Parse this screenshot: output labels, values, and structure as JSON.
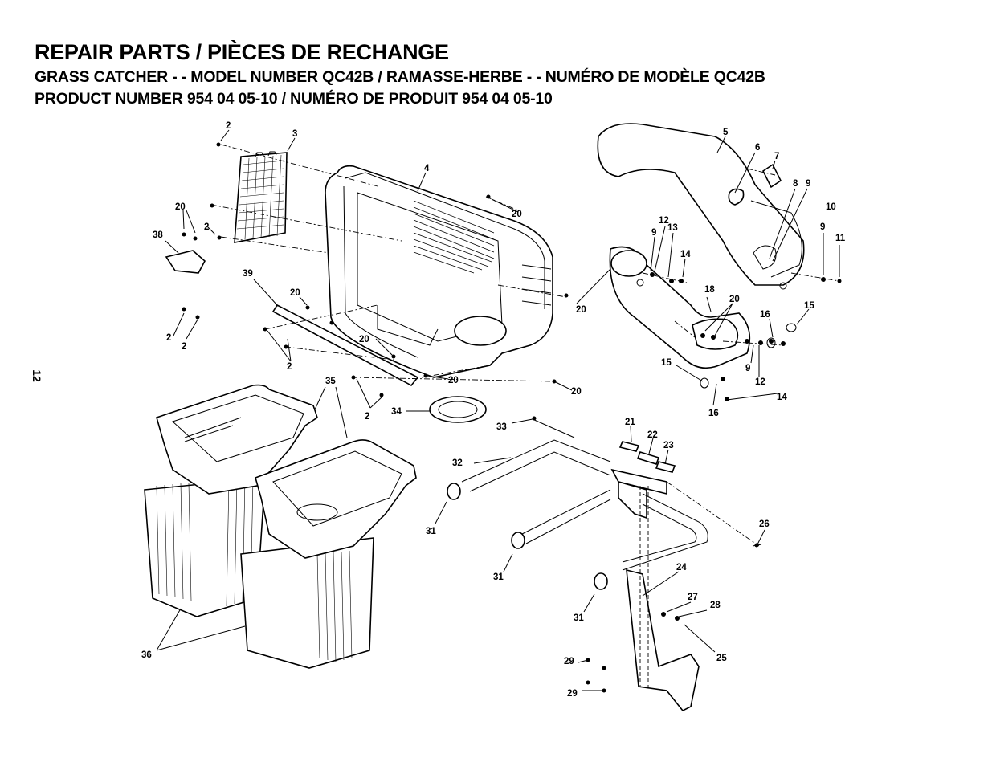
{
  "header": {
    "title": "REPAIR PARTS / PIÈCES DE RECHANGE",
    "subtitle_1": "GRASS CATCHER - - MODEL NUMBER QC42B / RAMASSE-HERBE - - NUMÉRO DE MODÈLE QC42B",
    "subtitle_2": "PRODUCT NUMBER 954 04 05-10 / NUMÉRO DE PRODUIT 954 04 05-10"
  },
  "page_number": "12",
  "callouts": {
    "c2a": "2",
    "c3": "3",
    "c4": "4",
    "c5": "5",
    "c6": "6",
    "c7": "7",
    "c8": "8",
    "c9a": "9",
    "c10": "10",
    "c9b": "9",
    "c11": "11",
    "c20a": "20",
    "c2b": "2",
    "c38": "38",
    "c20b": "20",
    "c12a": "12",
    "c9c": "9",
    "c13": "13",
    "c14a": "14",
    "c39": "39",
    "c20c": "20",
    "c18": "18",
    "c20d": "20",
    "c20e": "20",
    "c16a": "16",
    "c15a": "15",
    "c2c": "2",
    "c2d": "2",
    "c20f": "20",
    "c2e": "2",
    "c9d": "9",
    "c15b": "15",
    "c12b": "12",
    "c35": "35",
    "c20g": "20",
    "c20h": "20",
    "c14b": "14",
    "c2f": "2",
    "c16b": "16",
    "c34": "34",
    "c33": "33",
    "c21": "21",
    "c22": "22",
    "c23": "23",
    "c32": "32",
    "c31a": "31",
    "c26": "26",
    "c31b": "31",
    "c24": "24",
    "c27": "27",
    "c28": "28",
    "c31c": "31",
    "c25": "25",
    "c29a": "29",
    "c29b": "29",
    "c36": "36"
  }
}
